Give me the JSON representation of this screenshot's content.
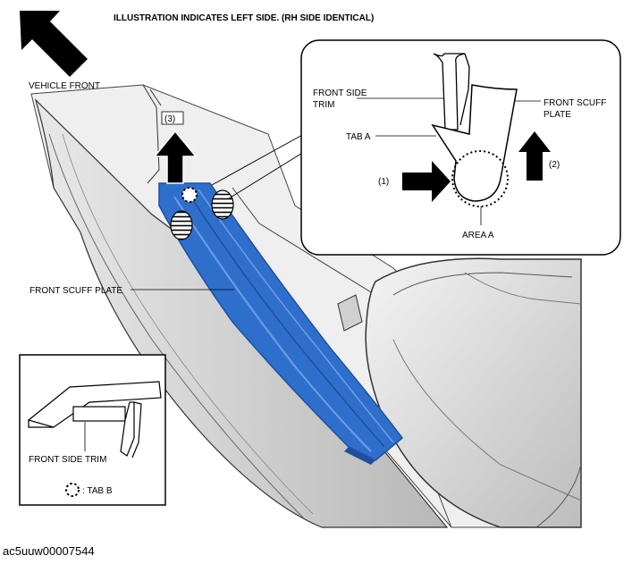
{
  "header": "ILLUSTRATION INDICATES LEFT SIDE. (RH SIDE IDENTICAL)",
  "vehicle_front": "VEHICLE FRONT",
  "callouts": {
    "step3": "(3)",
    "step1": "(1)",
    "step2": "(2)"
  },
  "detail": {
    "front_side_trim_line1": "FRONT SIDE",
    "front_side_trim_line2": "TRIM",
    "front_scuff_plate_line1": "FRONT SCUFF",
    "front_scuff_plate_line2": "PLATE",
    "tab_a": "TAB A",
    "area_a": "AREA A"
  },
  "main_label": "FRONT SCUFF PLATE",
  "inset": {
    "front_side_trim": "FRONT SIDE TRIM",
    "legend": ": TAB B"
  },
  "figure_code": "ac5uuw00007544",
  "colors": {
    "scuff_plate": "#2f6fcc",
    "scuff_plate_dark": "#1f4f9e",
    "scuff_plate_light": "#6d9ee6",
    "body_gray": "#d9d9d9"
  }
}
